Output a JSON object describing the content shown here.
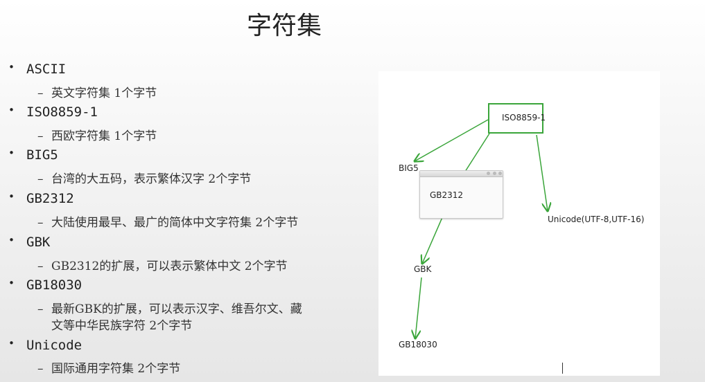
{
  "slide": {
    "title": "字符集",
    "items": [
      {
        "label": "ASCII",
        "sub": [
          "英文字符集 1个字节"
        ]
      },
      {
        "label": "ISO8859-1",
        "sub": [
          "西欧字符集  1个字节"
        ]
      },
      {
        "label": "BIG5",
        "sub": [
          "台湾的大五码，表示繁体汉字  2个字节"
        ]
      },
      {
        "label": "GB2312",
        "sub": [
          "大陆使用最早、最广的简体中文字符集 2个字节"
        ]
      },
      {
        "label": "GBK",
        "sub": [
          "GB2312的扩展，可以表示繁体中文  2个字节"
        ]
      },
      {
        "label": "GB18030",
        "sub": [
          "最新GBK的扩展，可以表示汉字、维吾尔文、藏",
          "文等中华民族字符  2个字节"
        ]
      },
      {
        "label": "Unicode",
        "sub": [
          "国际通用字符集  2个字节"
        ]
      }
    ]
  },
  "diagram": {
    "iso": "ISO8859-1",
    "big5": "BIG5",
    "gb2312": "GB2312",
    "unicode": "Unicode(UTF-8,UTF-16)",
    "gbk": "GBK",
    "gb18030": "GB18030",
    "arrow_color": "#3aa53a"
  }
}
